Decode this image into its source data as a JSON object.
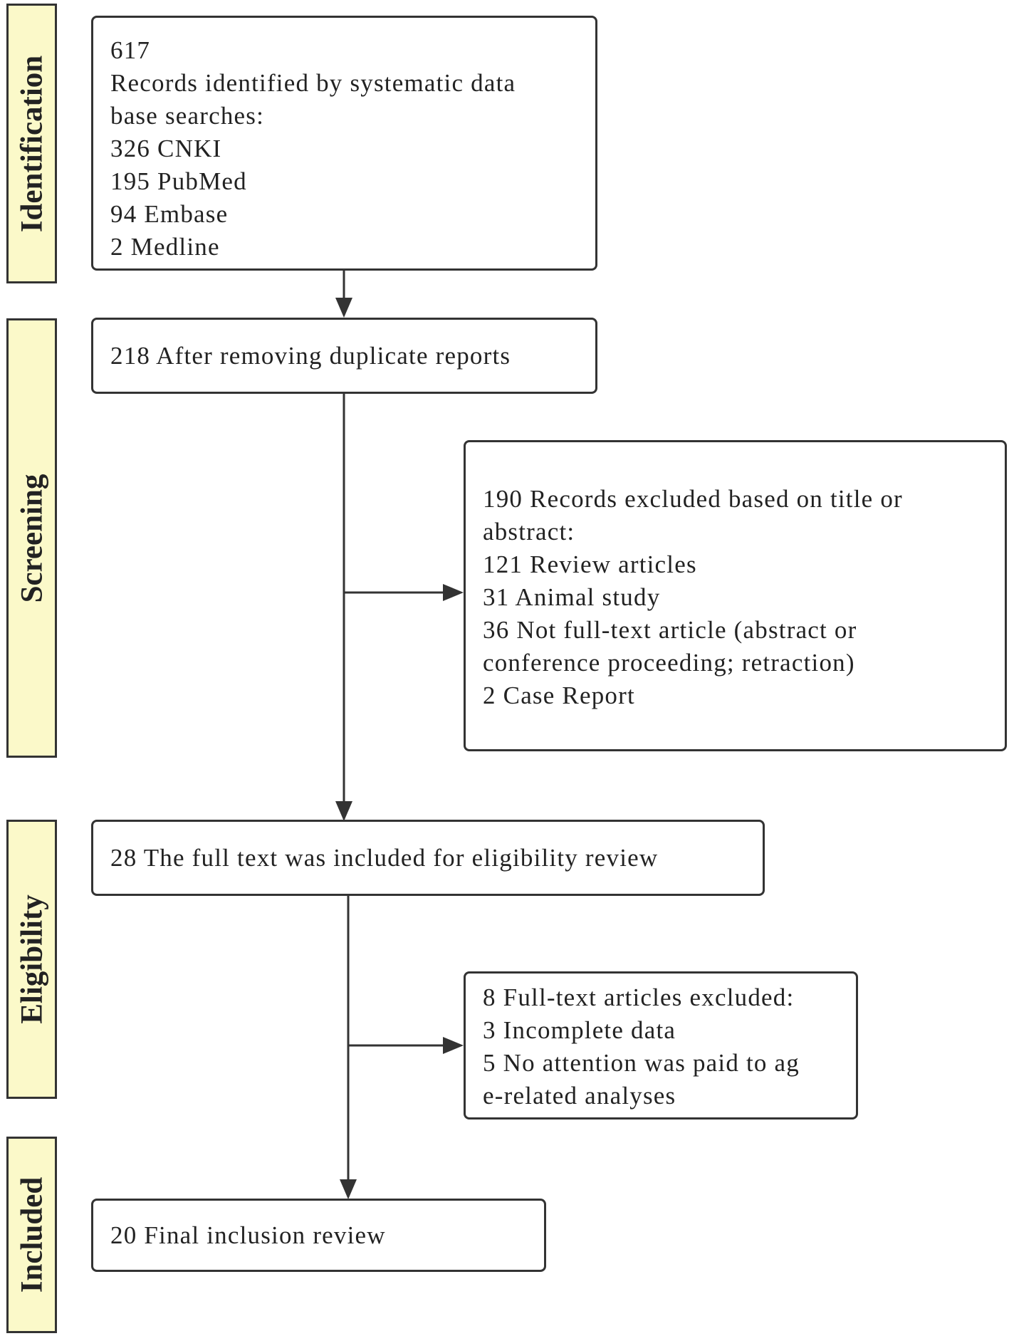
{
  "stages": {
    "identification": "Identification",
    "screening": "Screening",
    "eligibility": "Eligibility",
    "included": "Included"
  },
  "boxes": {
    "identified": {
      "lines": [
        "617",
        "Records identified by systematic data",
        "base searches:",
        "326 CNKI",
        "195 PubMed",
        "94 Embase",
        "2 Medline"
      ]
    },
    "after_duplicates": {
      "lines": [
        "218 After removing duplicate reports"
      ]
    },
    "excluded_title_abstract": {
      "lines": [
        "190 Records excluded based on title or",
        "abstract:",
        "121 Review articles",
        "31 Animal study",
        "36 Not full-text article (abstract or",
        "conference proceeding; retraction)",
        "2 Case Report"
      ]
    },
    "full_text_review": {
      "lines": [
        "28 The full text was included for eligibility review"
      ]
    },
    "full_text_excluded": {
      "lines": [
        "8 Full-text articles excluded:",
        "3 Incomplete data",
        "5 No attention was paid to ag",
        "e-related analyses"
      ]
    },
    "final": {
      "lines": [
        "20 Final inclusion review"
      ]
    }
  },
  "colors": {
    "stage_fill": "#fbf9c9",
    "stroke": "#333333"
  }
}
